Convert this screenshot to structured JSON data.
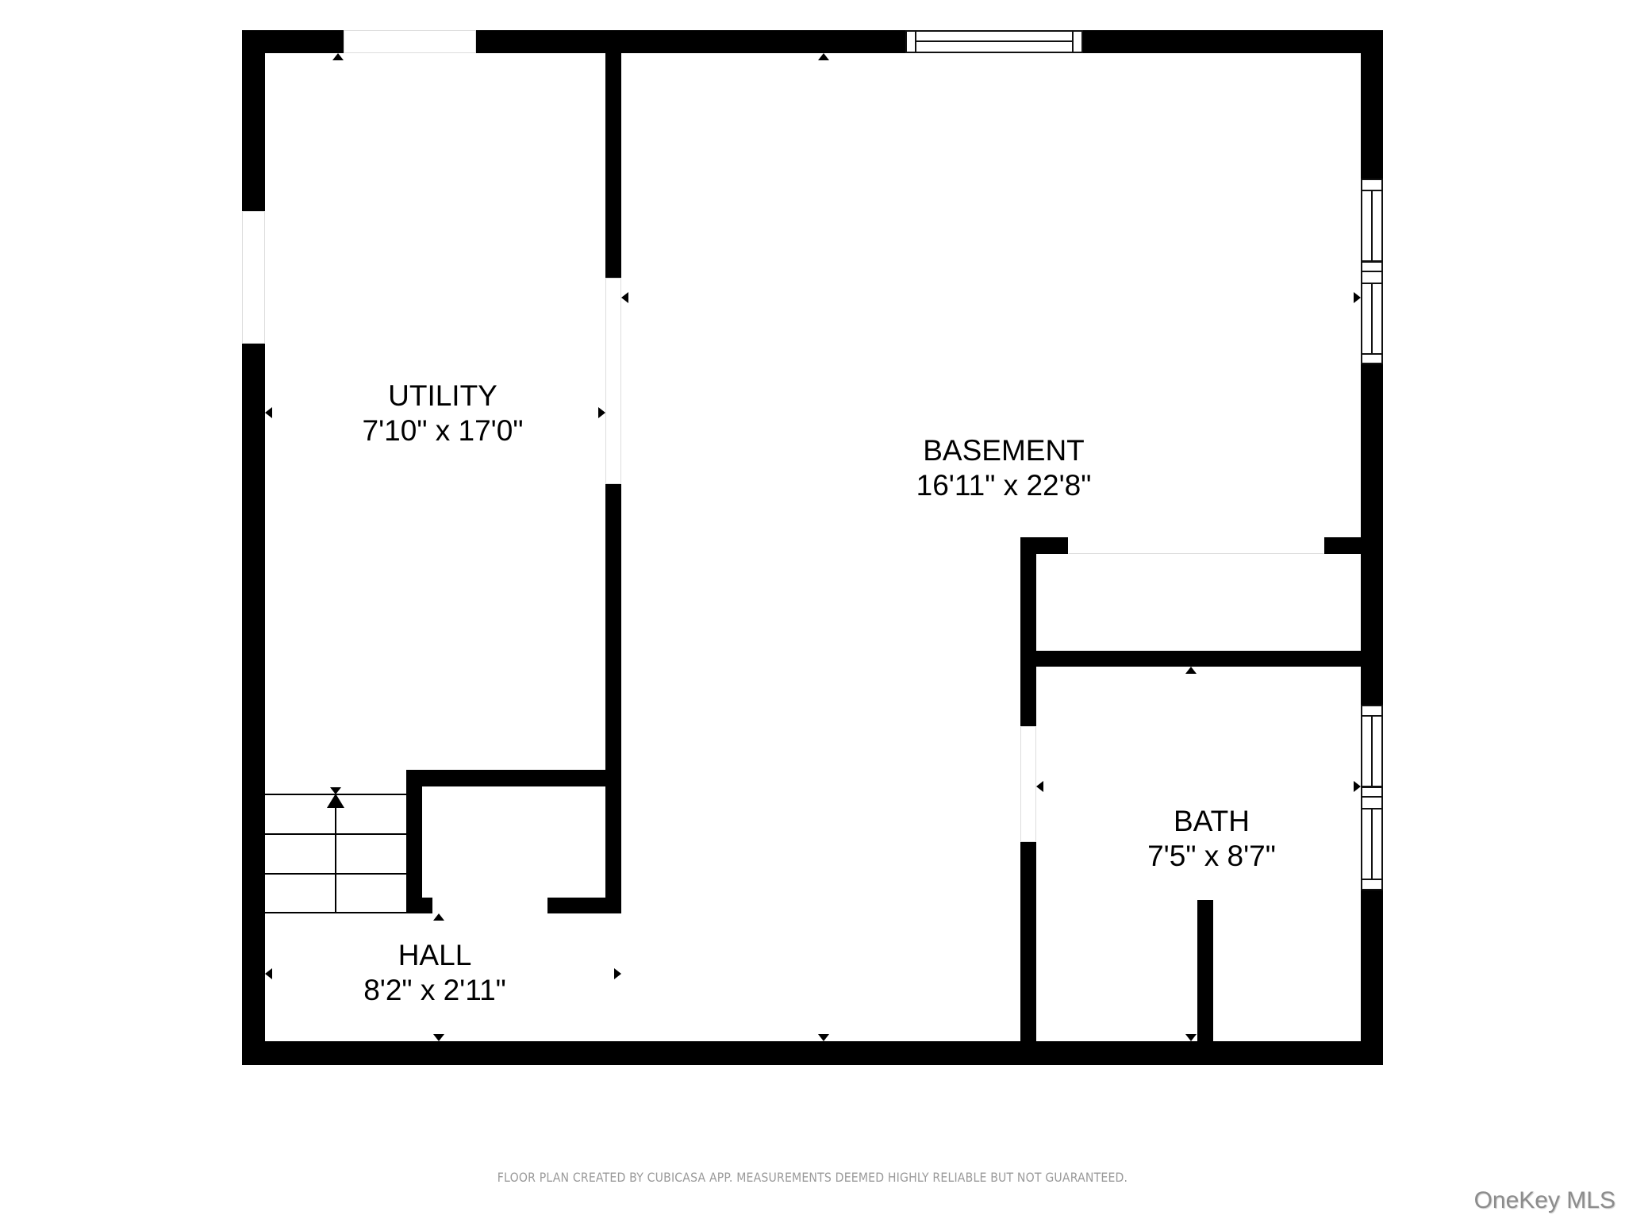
{
  "floor_plan": {
    "rooms": [
      {
        "name": "UTILITY",
        "dimensions": "7'10\" x 17'0\""
      },
      {
        "name": "BASEMENT",
        "dimensions": "16'11\" x 22'8\""
      },
      {
        "name": "BATH",
        "dimensions": "7'5\" x 8'7\""
      },
      {
        "name": "HALL",
        "dimensions": "8'2\" x 2'11\""
      }
    ],
    "wall_color": "#000000",
    "background_color": "#ffffff"
  },
  "footer": {
    "disclaimer": "FLOOR PLAN CREATED BY CUBICASA APP. MEASUREMENTS DEEMED HIGHLY RELIABLE BUT NOT GUARANTEED.",
    "watermark": "OneKey MLS"
  }
}
